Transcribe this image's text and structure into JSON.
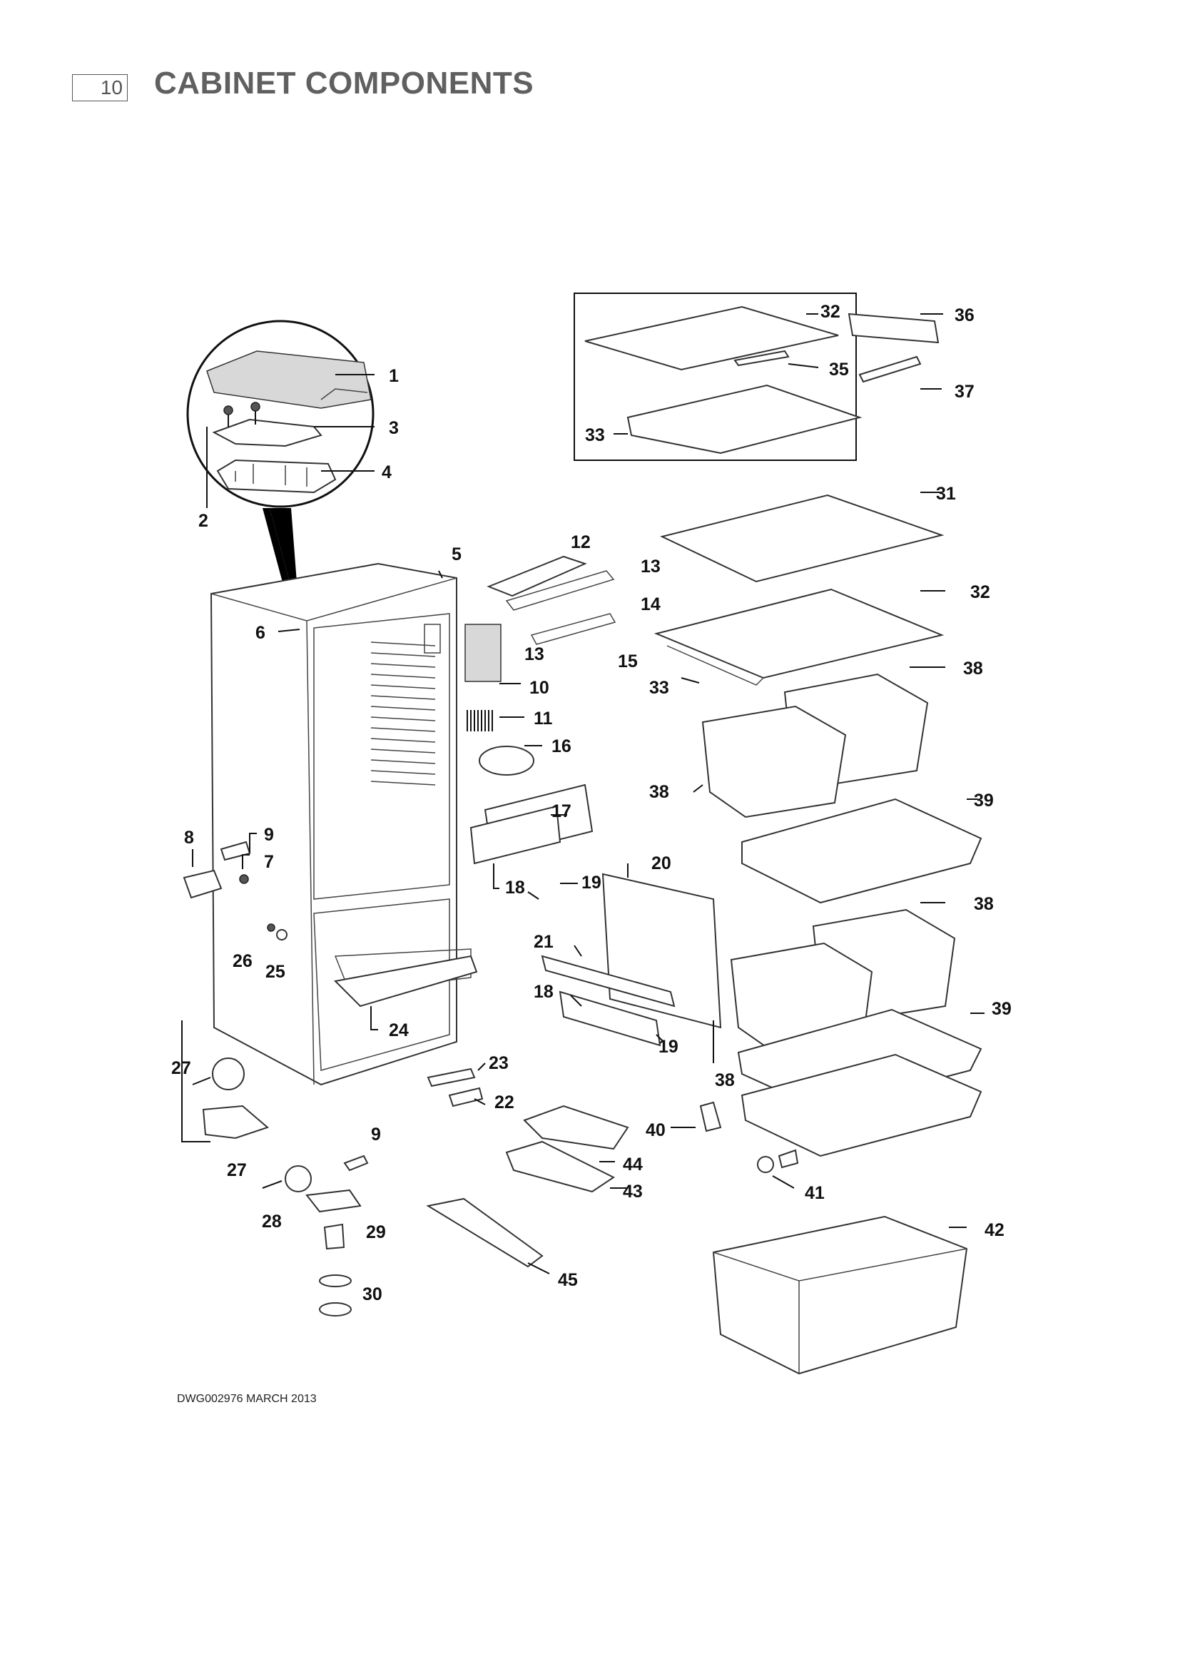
{
  "header": {
    "page_number": "10",
    "title": "CABINET COMPONENTS"
  },
  "callouts": {
    "c1": "1",
    "c2": "2",
    "c3": "3",
    "c4": "4",
    "c5": "5",
    "c6": "6",
    "c7": "7",
    "c8": "8",
    "c9a": "9",
    "c9b": "9",
    "c10": "10",
    "c11": "11",
    "c12": "12",
    "c13a": "13",
    "c13b": "13",
    "c14": "14",
    "c15": "15",
    "c16": "16",
    "c17": "17",
    "c18a": "18",
    "c18b": "18",
    "c19a": "19",
    "c19b": "19",
    "c20": "20",
    "c21": "21",
    "c22": "22",
    "c23": "23",
    "c24": "24",
    "c25": "25",
    "c26": "26",
    "c27a": "27",
    "c27b": "27",
    "c28": "28",
    "c29": "29",
    "c30": "30",
    "c31": "31",
    "c32a": "32",
    "c32b": "32",
    "c33a": "33",
    "c33b": "33",
    "c35": "35",
    "c36": "36",
    "c37": "37",
    "c38a": "38",
    "c38b": "38",
    "c38c": "38",
    "c38d": "38",
    "c39a": "39",
    "c39b": "39",
    "c40": "40",
    "c41": "41",
    "c42": "42",
    "c43": "43",
    "c44": "44",
    "c45": "45"
  },
  "footer": {
    "drawing_ref": "DWG002976   MARCH 2013"
  }
}
